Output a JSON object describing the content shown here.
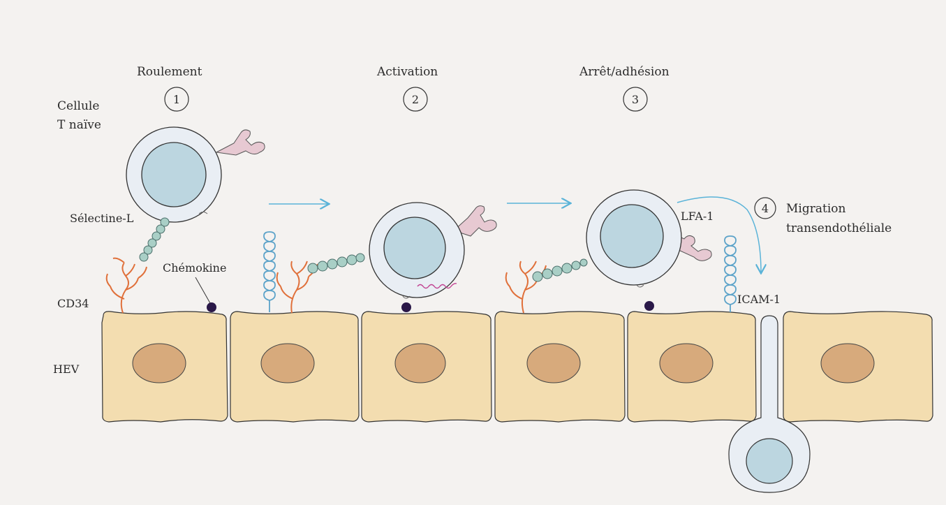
{
  "steps": [
    {
      "num": "1",
      "label": "Roulement"
    },
    {
      "num": "2",
      "label": "Activation"
    },
    {
      "num": "3",
      "label": "Arrêt/adhésion"
    },
    {
      "num": "4",
      "label_line1": "Migration",
      "label_line2": "transendothéliale"
    }
  ],
  "labels": {
    "naive_cell_line1": "Cellule",
    "naive_cell_line2": "T naïve",
    "selectin": "Sélectine-L",
    "chemokine": "Chémokine",
    "cd34": "CD34",
    "hev": "HEV",
    "lfa1": "LFA-1",
    "icam1": "ICAM-1"
  },
  "colors": {
    "endothelium_fill": "#f3ddb0",
    "nucleus_fill": "#d7aa7c",
    "tcell_cytoplasm": "#e9eef4",
    "tcell_nucleus": "#bcd6e0",
    "cd34": "#e0703a",
    "chemokine_receptor": "#5ca3c9",
    "selectin_beads": "#a9cfc6",
    "receptor_pink": "#e7c9d2",
    "chemokine": "#2a1848",
    "arrow": "#5ab3d8",
    "signal_wave": "#c04090"
  }
}
